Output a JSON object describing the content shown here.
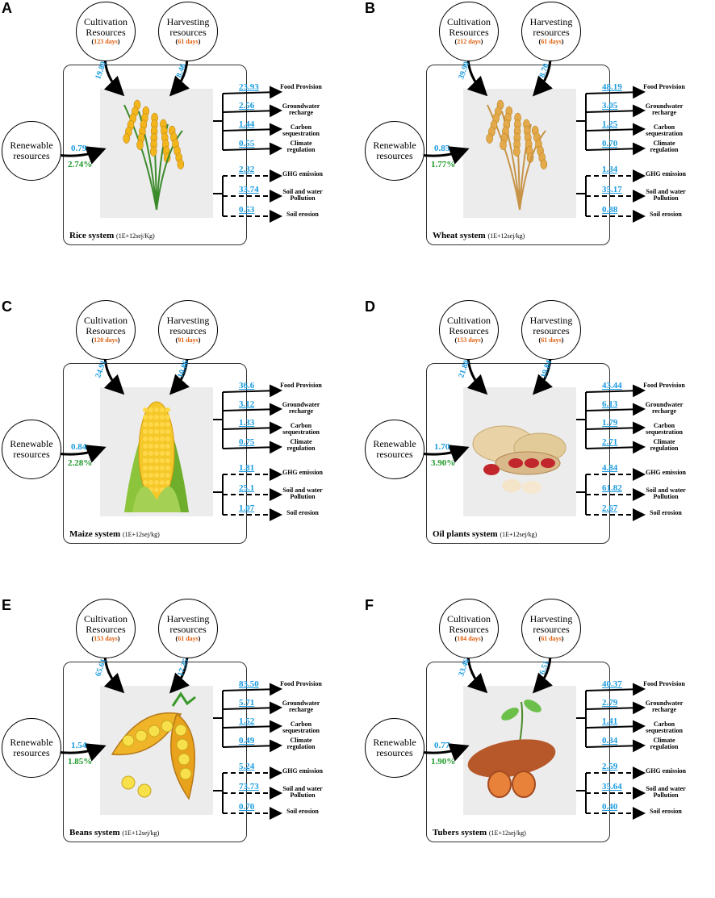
{
  "common": {
    "cultivation_label": "Cultivation Resources",
    "harvesting_label": "Harvesting resources",
    "renewable_label": "Renewable resources",
    "outputs": [
      "Food Provision",
      "Groundwater recharge",
      "Carbon sequestration",
      "Climate regulation"
    ],
    "impacts": [
      "GHG emission",
      "Soil and water Pollution",
      "Soil erosion"
    ]
  },
  "colors": {
    "value": "#1a9be0",
    "percent": "#1f9a2a",
    "days": "#e06010"
  },
  "panels": [
    {
      "letter": "A",
      "name": "Rice system",
      "unit": "(1E+12sej/Kg)",
      "cultivation_days": "123 days",
      "harvesting_days": "61 days",
      "cultivation_value": "19.80",
      "harvesting_value": "8.46",
      "renewable_value": "0.79",
      "renewable_percent": "2.74%",
      "outputs": [
        "23.93",
        "2.56",
        "1.44",
        "0.55"
      ],
      "impacts": [
        "2.32",
        "33.74",
        "0.53"
      ],
      "illustration": "rice-plant"
    },
    {
      "letter": "B",
      "name": "Wheat system",
      "unit": "(1E+12sej/kg)",
      "cultivation_days": "212 days",
      "harvesting_days": "61 days",
      "cultivation_value": "39.90",
      "harvesting_value": "8.70",
      "renewable_value": "0.85",
      "renewable_percent": "1.77%",
      "outputs": [
        "48.19",
        "3.05",
        "1.25",
        "0.70"
      ],
      "impacts": [
        "1.34",
        "35.17",
        "0.88"
      ],
      "illustration": "wheat-plant"
    },
    {
      "letter": "C",
      "name": "Maize system",
      "unit": "(1E+12sej/kg)",
      "cultivation_days": "120 days",
      "harvesting_days": "91 days",
      "cultivation_value": "24.91",
      "harvesting_value": "10.86",
      "renewable_value": "0.84",
      "renewable_percent": "2.28%",
      "outputs": [
        "36.6",
        "3.12",
        "1.33",
        "0.75"
      ],
      "impacts": [
        "1.81",
        "25.1",
        "1.07"
      ],
      "illustration": "maize-cob"
    },
    {
      "letter": "D",
      "name": "Oil plants system",
      "unit": "(1E+12sej/kg)",
      "cultivation_days": "153 days",
      "harvesting_days": "61 days",
      "cultivation_value": "21.80",
      "harvesting_value": "19.84",
      "renewable_value": "1.70",
      "renewable_percent": "3.90%",
      "outputs": [
        "43.44",
        "6.13",
        "1.79",
        "2.71"
      ],
      "impacts": [
        "4.84",
        "61.82",
        "2.67"
      ],
      "illustration": "peanuts"
    },
    {
      "letter": "E",
      "name": "Beans system",
      "unit": "(1E+12sej/kg)",
      "cultivation_days": "153 days",
      "harvesting_days": "61 days",
      "cultivation_value": "65.61",
      "harvesting_value": "17.35",
      "renewable_value": "1.54",
      "renewable_percent": "1.85%",
      "outputs": [
        "83.50",
        "5.71",
        "1.52",
        "0.49"
      ],
      "impacts": [
        "5.24",
        "73.73",
        "0.70"
      ],
      "illustration": "bean-pod"
    },
    {
      "letter": "F",
      "name": "Tubers system",
      "unit": "(1E+12sej/kg)",
      "cultivation_days": "184 days",
      "harvesting_days": "61 days",
      "cultivation_value": "33.46",
      "harvesting_value": "6.51",
      "renewable_value": "0.77",
      "renewable_percent": "1.90%",
      "outputs": [
        "40.37",
        "2.79",
        "1.41",
        "0.34"
      ],
      "impacts": [
        "2.59",
        "35.64",
        "0.40"
      ],
      "illustration": "sweet-potato"
    }
  ]
}
